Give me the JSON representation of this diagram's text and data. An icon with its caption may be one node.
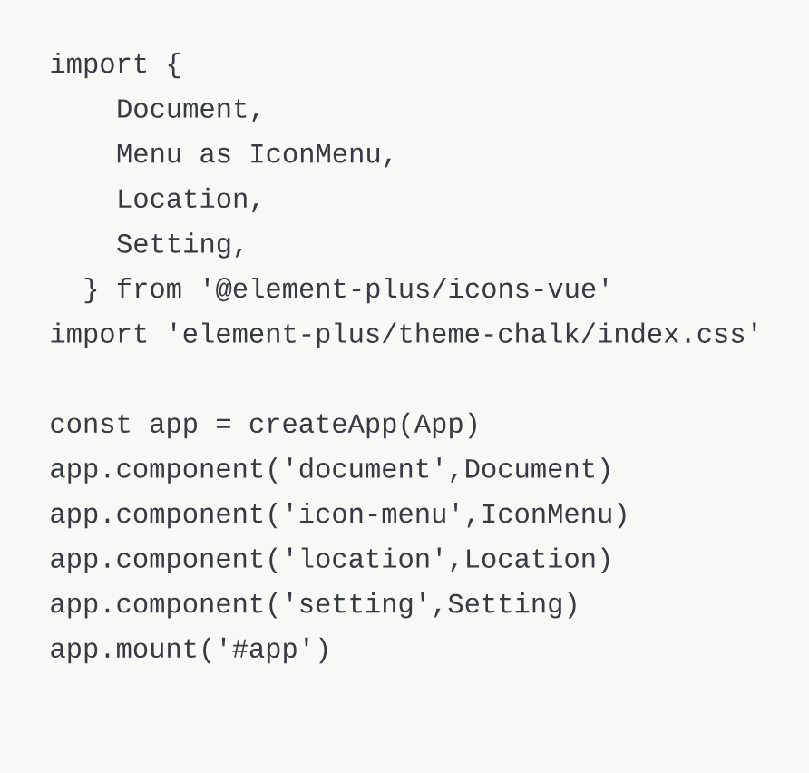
{
  "diagram": {
    "labels": [
      "import {",
      "Document,",
      "Menu as IconMenu,",
      "Location,",
      "Setting,",
      "} from '@element-plus/icons-vue'",
      "import 'element-plus/theme-chalk/index.css'",
      "const app = createApp(App)",
      "app.component('document',Document)",
      "app.component('icon-menu',IconMenu)",
      "app.component('location',Location)",
      "app.component('setting',Setting)",
      "app.mount('#app')"
    ]
  }
}
